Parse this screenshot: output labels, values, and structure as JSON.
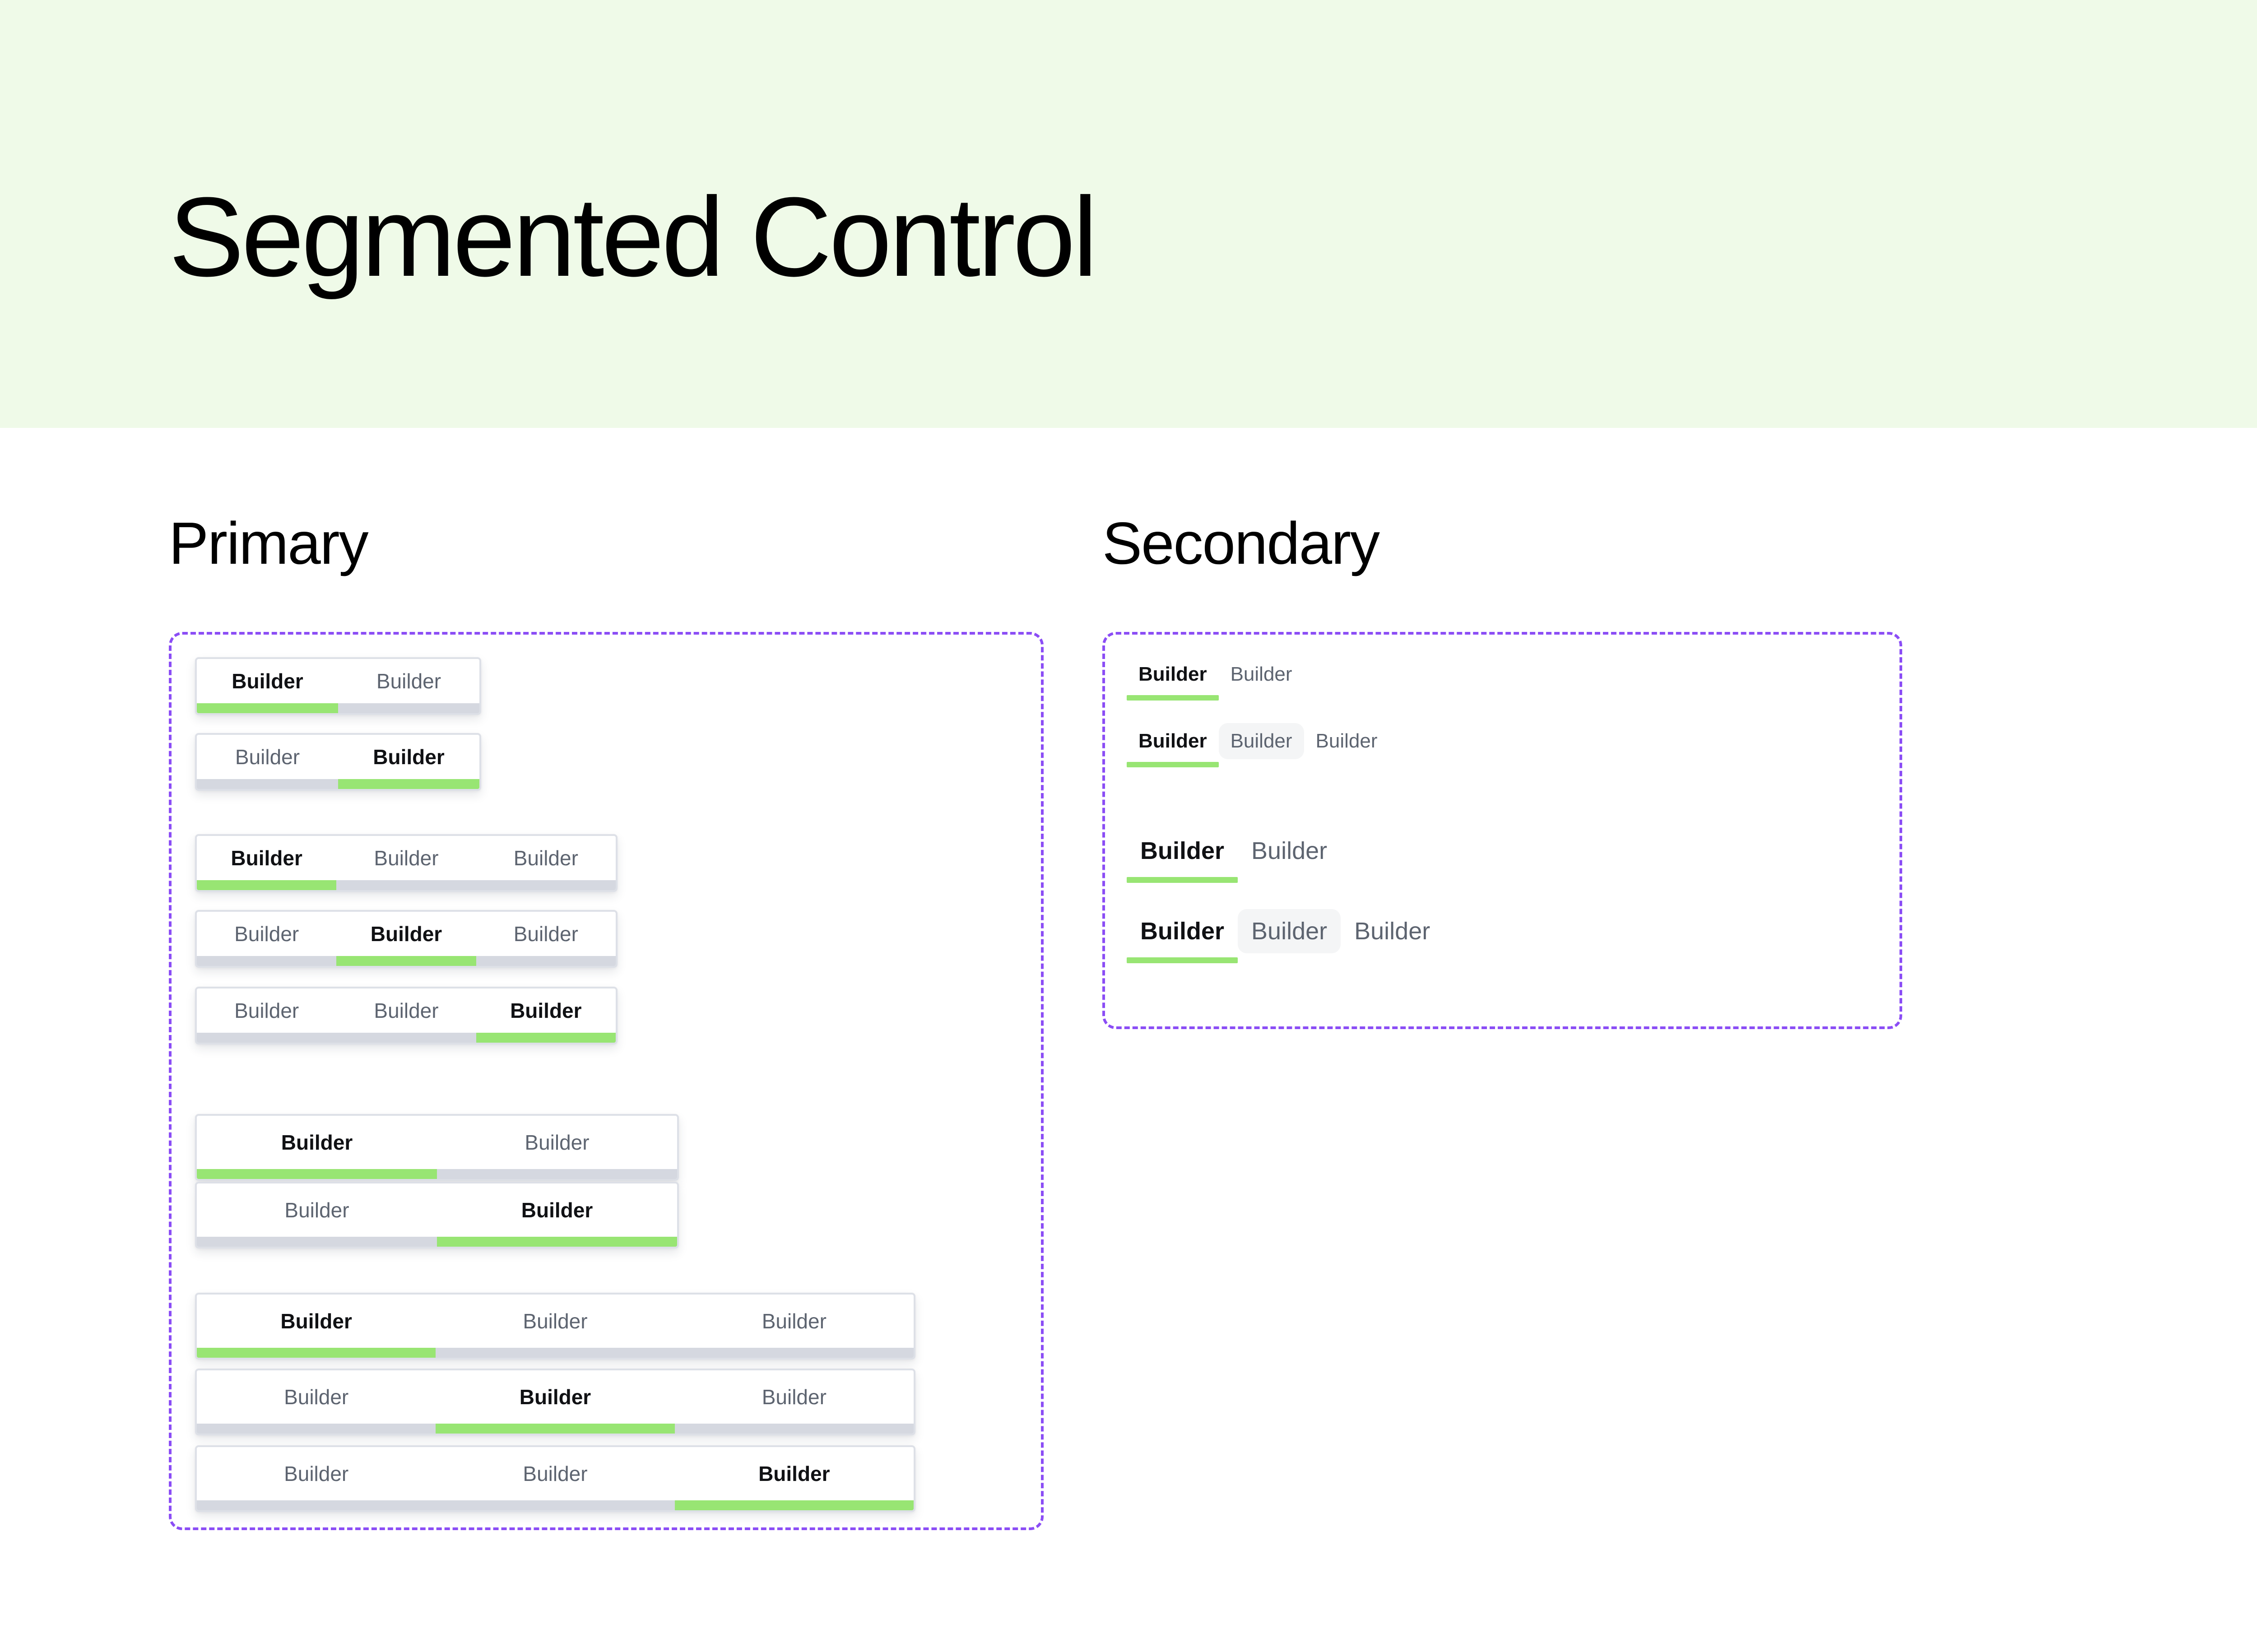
{
  "page": {
    "title": "Segmented Control",
    "header_bg": "#EFFAE8",
    "accent_green": "#98E573",
    "track_gray": "#D5D8E0",
    "spec_frame_purple": "#8B4DF5",
    "hover_gray": "#F4F5F6",
    "active_text": "#101114",
    "inactive_text": "#5D6470"
  },
  "sections": [
    {
      "id": "primary",
      "heading": "Primary"
    },
    {
      "id": "secondary",
      "heading": "Secondary"
    }
  ],
  "labels": {
    "builder": "Builder"
  },
  "primary": {
    "groups": [
      {
        "name": "small-two-segment",
        "controls": [
          {
            "size": "sm",
            "segments": [
              "Builder",
              "Builder"
            ],
            "active_index": 0
          },
          {
            "size": "sm",
            "segments": [
              "Builder",
              "Builder"
            ],
            "active_index": 1
          }
        ]
      },
      {
        "name": "small-three-segment",
        "controls": [
          {
            "size": "sm",
            "segments": [
              "Builder",
              "Builder",
              "Builder"
            ],
            "active_index": 0
          },
          {
            "size": "sm",
            "segments": [
              "Builder",
              "Builder",
              "Builder"
            ],
            "active_index": 1
          },
          {
            "size": "sm",
            "segments": [
              "Builder",
              "Builder",
              "Builder"
            ],
            "active_index": 2
          }
        ]
      },
      {
        "name": "large-two-segment",
        "controls": [
          {
            "size": "lg",
            "segments": [
              "Builder",
              "Builder"
            ],
            "active_index": 0
          },
          {
            "size": "lg",
            "segments": [
              "Builder",
              "Builder"
            ],
            "active_index": 1
          }
        ]
      },
      {
        "name": "large-three-segment",
        "controls": [
          {
            "size": "lg",
            "segments": [
              "Builder",
              "Builder",
              "Builder"
            ],
            "active_index": 0
          },
          {
            "size": "lg",
            "segments": [
              "Builder",
              "Builder",
              "Builder"
            ],
            "active_index": 1
          },
          {
            "size": "lg",
            "segments": [
              "Builder",
              "Builder",
              "Builder"
            ],
            "active_index": 2
          }
        ]
      }
    ]
  },
  "secondary": {
    "groups": [
      {
        "name": "small-underline",
        "controls": [
          {
            "size": "sm",
            "segments": [
              "Builder",
              "Builder"
            ],
            "active_index": 0,
            "hover_index": -1
          },
          {
            "size": "sm",
            "segments": [
              "Builder",
              "Builder",
              "Builder"
            ],
            "active_index": 0,
            "hover_index": 1
          }
        ]
      },
      {
        "name": "large-underline",
        "controls": [
          {
            "size": "lg",
            "segments": [
              "Builder",
              "Builder"
            ],
            "active_index": 0,
            "hover_index": -1
          },
          {
            "size": "lg",
            "segments": [
              "Builder",
              "Builder",
              "Builder"
            ],
            "active_index": 0,
            "hover_index": 1
          }
        ]
      }
    ]
  }
}
